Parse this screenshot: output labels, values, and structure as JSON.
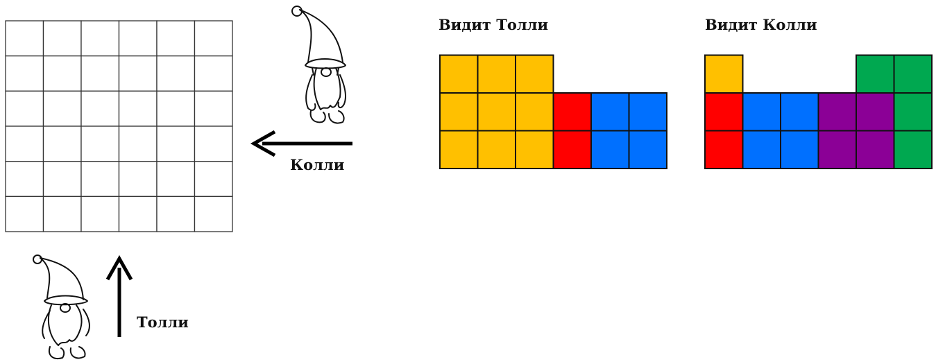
{
  "grid": {
    "rows": 6,
    "cols": 6
  },
  "kolli": {
    "name": "Колли",
    "arrow_direction": "left"
  },
  "tolli": {
    "name": "Толли",
    "arrow_direction": "up"
  },
  "colors": {
    "yellow": "#FFC000",
    "red": "#FF0000",
    "blue": "#0070FF",
    "purple": "#8B0096",
    "green": "#00A850",
    "grid_line": "#222222"
  },
  "views": [
    {
      "title": "Видит Толли",
      "columns": [
        {
          "height": 3,
          "color": "yellow"
        },
        {
          "height": 3,
          "color": "yellow"
        },
        {
          "height": 3,
          "color": "yellow"
        },
        {
          "height": 2,
          "color": "red"
        },
        {
          "height": 2,
          "color": "blue"
        },
        {
          "height": 2,
          "color": "blue"
        }
      ]
    },
    {
      "title": "Видит Колли",
      "columns": [
        {
          "height": 3,
          "colors": [
            "red",
            "red",
            "yellow"
          ]
        },
        {
          "height": 2,
          "colors": [
            "blue",
            "blue"
          ]
        },
        {
          "height": 2,
          "colors": [
            "blue",
            "blue"
          ]
        },
        {
          "height": 2,
          "colors": [
            "purple",
            "purple"
          ]
        },
        {
          "height": 3,
          "colors": [
            "purple",
            "purple",
            "green"
          ]
        },
        {
          "height": 3,
          "colors": [
            "green",
            "green",
            "green"
          ]
        }
      ]
    }
  ]
}
